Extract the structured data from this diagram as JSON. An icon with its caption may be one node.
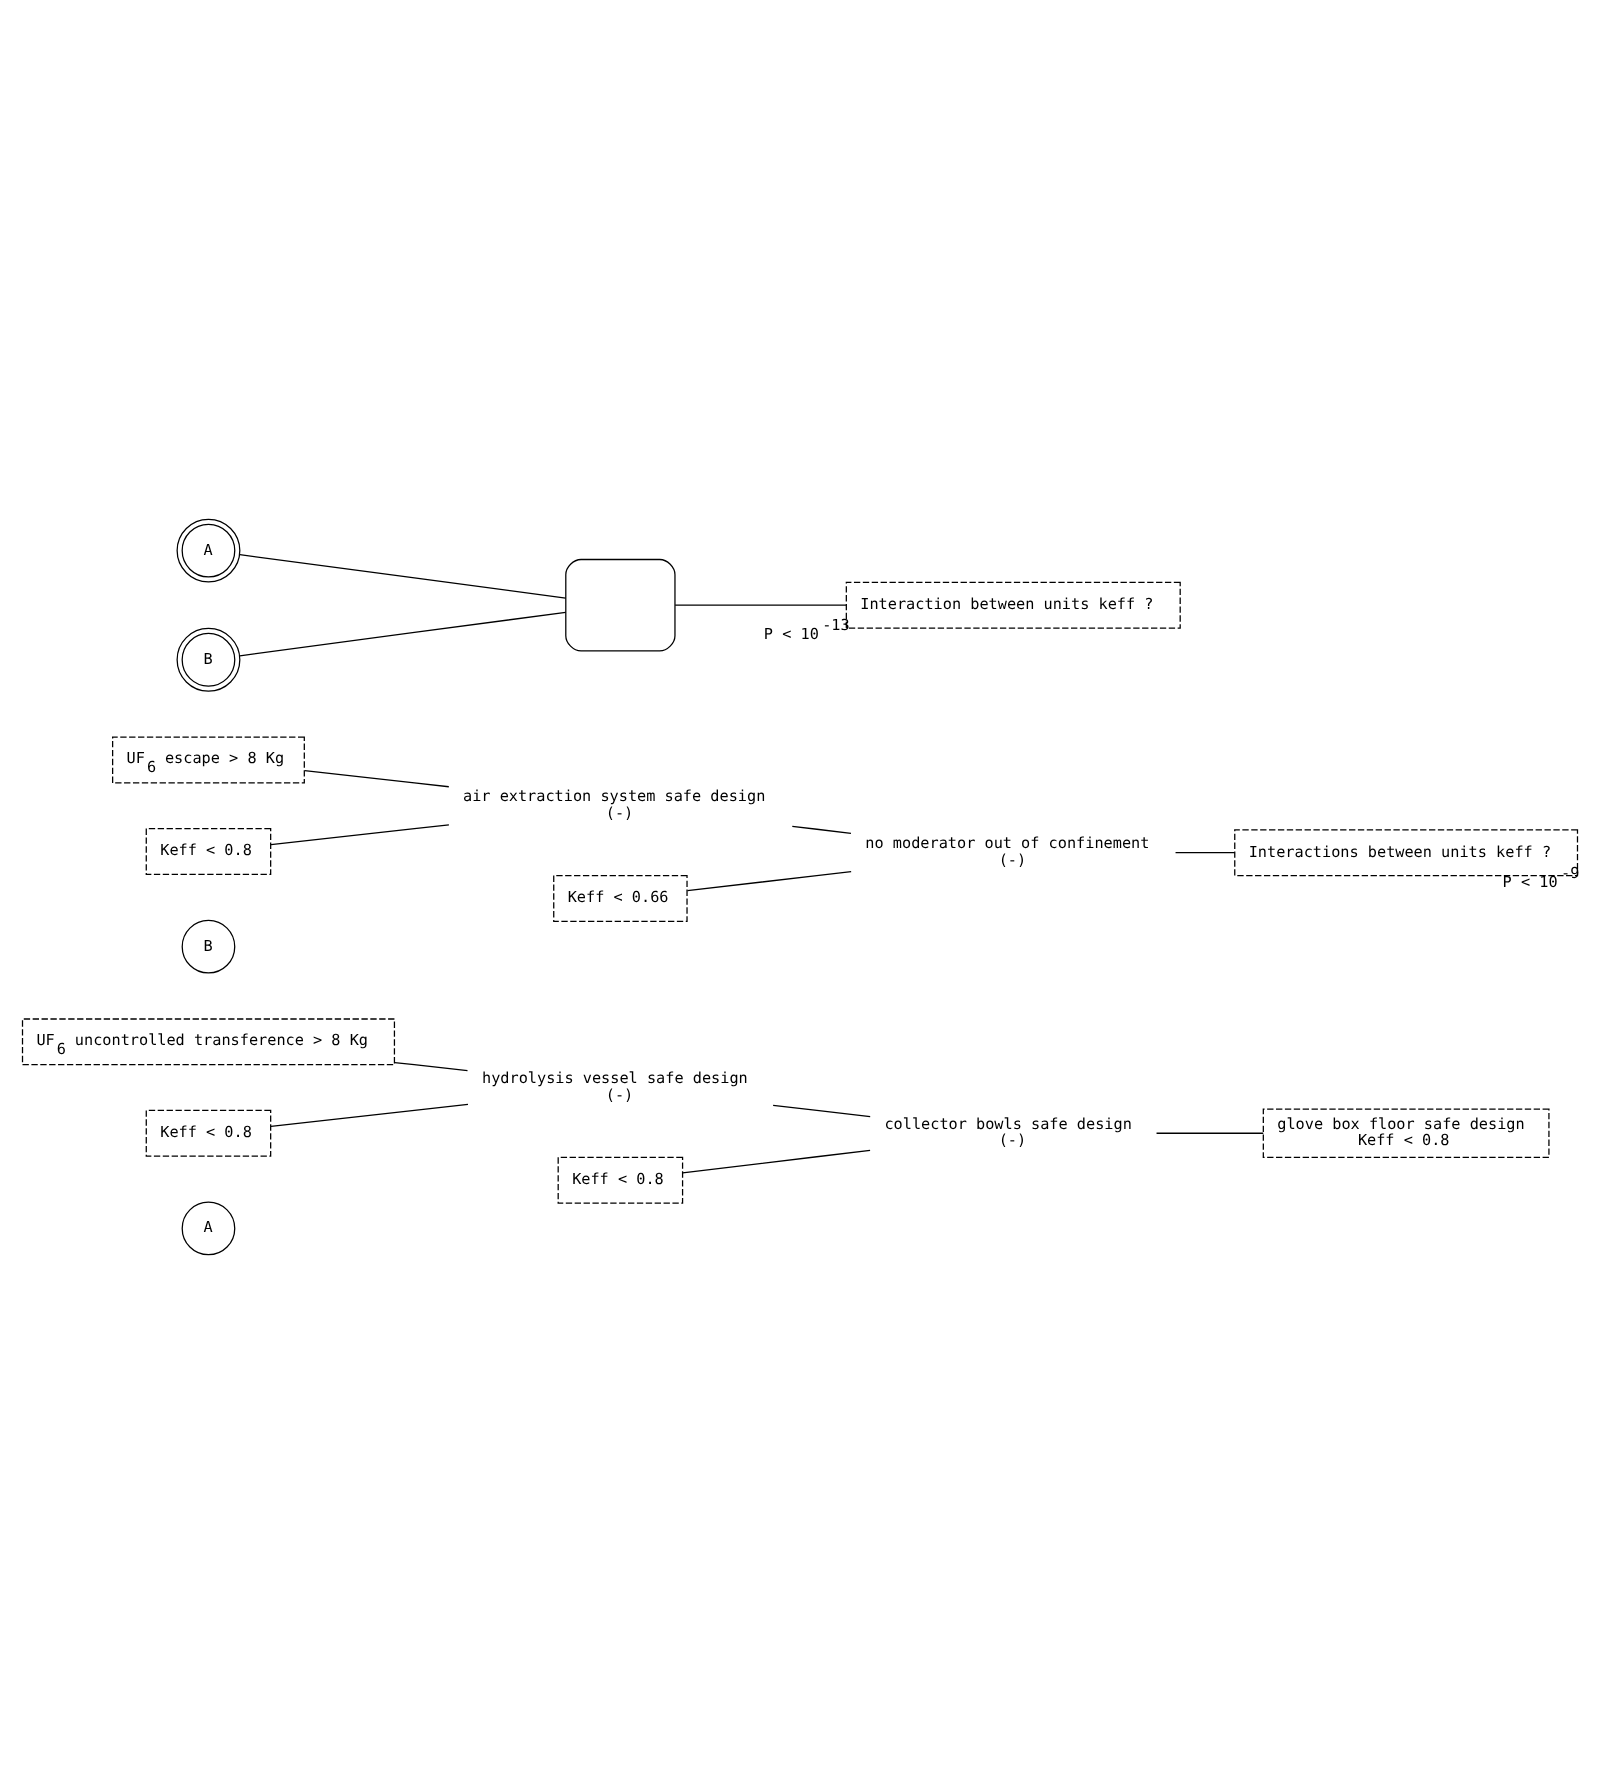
{
  "diagram": {
    "nodes": [
      {
        "text": [
          "A"
        ]
      },
      {
        "text": [
          "UF$_{6}$ uncontrolled transference > 8 Kg"
        ]
      },
      {
        "text": [
          "hydrolysis vessel safe design",
          "(-)"
        ]
      },
      {
        "text": [
          "Keff < 0.8"
        ]
      },
      {
        "text": [
          "collector bowls safe design",
          "(-)"
        ]
      },
      {
        "text": [
          "Keff < 0.8"
        ]
      },
      {
        "text": [
          "glove box floor safe design",
          "Keff < 0.8"
        ]
      },
      {
        "text": [
          "B"
        ]
      },
      {
        "text": [
          "UF$_{6}$ escape > 8 Kg"
        ]
      },
      {
        "text": [
          "air extraction system safe design",
          "(-)"
        ]
      },
      {
        "text": [
          "Keff < 0.8"
        ]
      },
      {
        "text": [
          "no moderator out of confinement",
          "(-)"
        ]
      },
      {
        "text": [
          "Keff < 0.66"
        ]
      },
      {
        "text": [
          "Interactions between units keff ?"
        ],
        "beside": [
          "P < 10$^{-9}$"
        ]
      },
      {
        "text": [
          "A"
        ]
      },
      {
        "text": [
          "B"
        ]
      },
      {
        "text": [],
        "shape": "gate"
      },
      {
        "text": [
          "Interaction between units keff ?"
        ],
        "beside": [
          "P < 10$^{-13}$"
        ]
      }
    ],
    "edges": [
      {
        "from": 1,
        "to": 2,
        "arrow": "none"
      },
      {
        "from": 3,
        "to": 2,
        "arrow": "none"
      },
      {
        "from": 2,
        "to": 4,
        "arrow": "none"
      },
      {
        "from": 5,
        "to": 4,
        "arrow": "none"
      },
      {
        "from": 4,
        "to": 6,
        "arrow": "none"
      },
      {
        "from": 8,
        "to": 9,
        "arrow": "none"
      },
      {
        "from": 10,
        "to": 9,
        "arrow": "none"
      },
      {
        "from": 9,
        "to": 11,
        "arrow": "none"
      },
      {
        "from": 12,
        "to": 11,
        "arrow": "none"
      },
      {
        "from": 11,
        "to": 13,
        "arrow": "none"
      },
      {
        "from": 14,
        "to": 16,
        "arrow": "none"
      },
      {
        "from": 15,
        "to": 16,
        "arrow": "none"
      },
      {
        "from": 16,
        "to": 17,
        "arrow": "none"
      }
    ]
  }
}
